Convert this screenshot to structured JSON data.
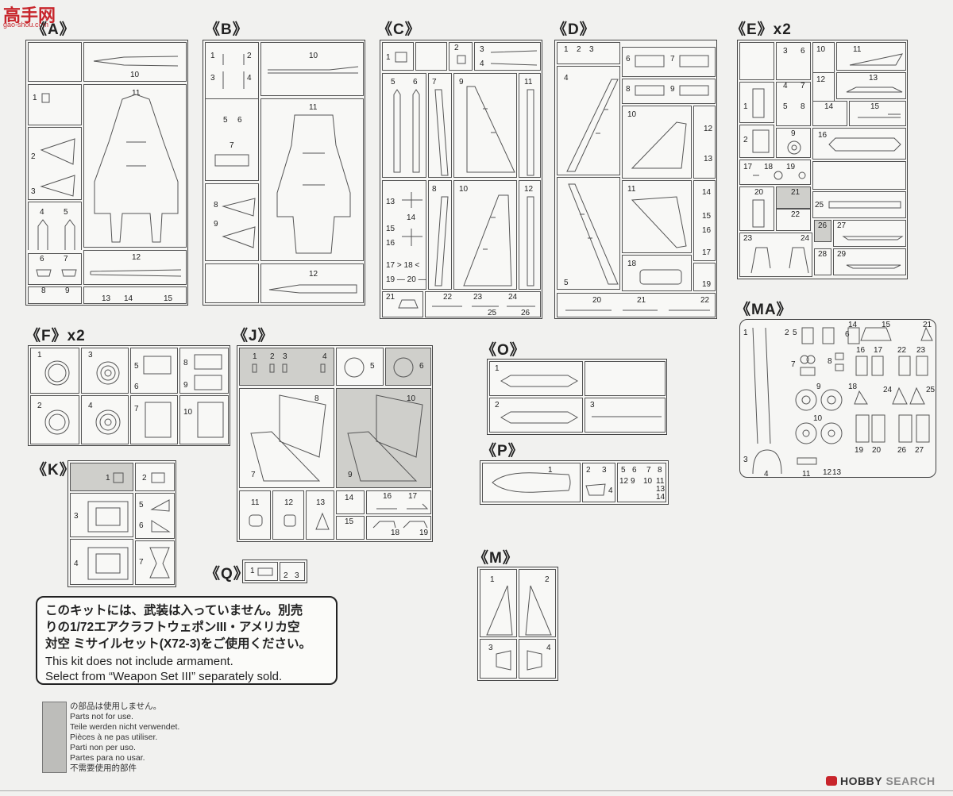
{
  "brand": {
    "logo_text": "高手网",
    "logo_sub": "gao-shou.com"
  },
  "watermark": {
    "name": "HOBBY SEARCH",
    "part1": "HOBBY",
    "part2": "SEARCH"
  },
  "groups": {
    "A": {
      "label": "《A》"
    },
    "B": {
      "label": "《B》"
    },
    "C": {
      "label": "《C》"
    },
    "D": {
      "label": "《D》"
    },
    "E": {
      "label": "《E》x2"
    },
    "F": {
      "label": "《F》x2"
    },
    "J": {
      "label": "《J》"
    },
    "K": {
      "label": "《K》"
    },
    "O": {
      "label": "《O》"
    },
    "P": {
      "label": "《P》"
    },
    "Q": {
      "label": "《Q》"
    },
    "M": {
      "label": "《M》"
    },
    "MA": {
      "label": "《MA》"
    }
  },
  "parts": {
    "A": [
      "10",
      "11",
      "1",
      "2",
      "3",
      "4",
      "5",
      "6",
      "7",
      "8",
      "9",
      "12",
      "13",
      "14",
      "15"
    ],
    "B": [
      "1",
      "2",
      "3",
      "4",
      "10",
      "5",
      "6",
      "11",
      "7",
      "8",
      "9",
      "12"
    ],
    "C": [
      "1",
      "2",
      "3",
      "4",
      "5",
      "6",
      "7",
      "9",
      "11",
      "13",
      "14",
      "15",
      "16",
      "17 > 18 <",
      "19 — 20 —",
      "8",
      "10",
      "12",
      "21",
      "22",
      "23",
      "24",
      "25",
      "26"
    ],
    "D": [
      "1",
      "2",
      "3",
      "4",
      "5",
      "6",
      "7",
      "8",
      "9",
      "10",
      "11",
      "12",
      "13",
      "14",
      "15",
      "16",
      "17",
      "18",
      "19",
      "20",
      "21",
      "22"
    ],
    "E": [
      "1",
      "2",
      "3",
      "4",
      "5",
      "6",
      "7",
      "8",
      "9",
      "10",
      "11",
      "12",
      "13",
      "14",
      "15",
      "16",
      "17",
      "18",
      "19",
      "20",
      "21",
      "22",
      "23",
      "24",
      "25",
      "26",
      "27",
      "28",
      "29"
    ],
    "F": [
      "1",
      "2",
      "3",
      "4",
      "5",
      "6",
      "7",
      "8",
      "9",
      "10"
    ],
    "J": [
      "1",
      "2",
      "3",
      "4",
      "5",
      "6",
      "7",
      "8",
      "9",
      "10",
      "11",
      "12",
      "13",
      "14",
      "15",
      "16",
      "17",
      "18",
      "19"
    ],
    "K": [
      "1",
      "2",
      "3",
      "4",
      "5",
      "6",
      "7"
    ],
    "O": [
      "1",
      "2",
      "3"
    ],
    "P": [
      "1",
      "2",
      "3",
      "4",
      "5",
      "6",
      "7",
      "8",
      "9",
      "10",
      "11",
      "12",
      "13",
      "14"
    ],
    "Q": [
      "1",
      "2",
      "3"
    ],
    "M": [
      "1",
      "2",
      "3",
      "4"
    ],
    "MA": [
      "1",
      "2",
      "3",
      "4",
      "5",
      "6",
      "7",
      "8",
      "9",
      "10",
      "11",
      "12",
      "13",
      "14",
      "15",
      "16",
      "17",
      "18",
      "19",
      "20",
      "21",
      "22",
      "23",
      "24",
      "25",
      "26",
      "27"
    ]
  },
  "notice": {
    "jp_line1": "このキットには、武装は入っていません。別売",
    "jp_line2": "りの1/72エアクラフトウェポンIII・アメリカ空",
    "jp_line3": "対空 ミサイルセット(X72-3)をご使用ください。",
    "en_line1": "This kit does not include armament.",
    "en_line2": "Select from “Weapon Set III” separately sold."
  },
  "legend": {
    "lines": [
      "の部品は使用しません。",
      "Parts not for use.",
      "Teile werden nicht verwendet.",
      "Pièces à ne pas utiliser.",
      "Parti non per uso.",
      "Partes para no usar.",
      "不需要使用的部件"
    ]
  }
}
